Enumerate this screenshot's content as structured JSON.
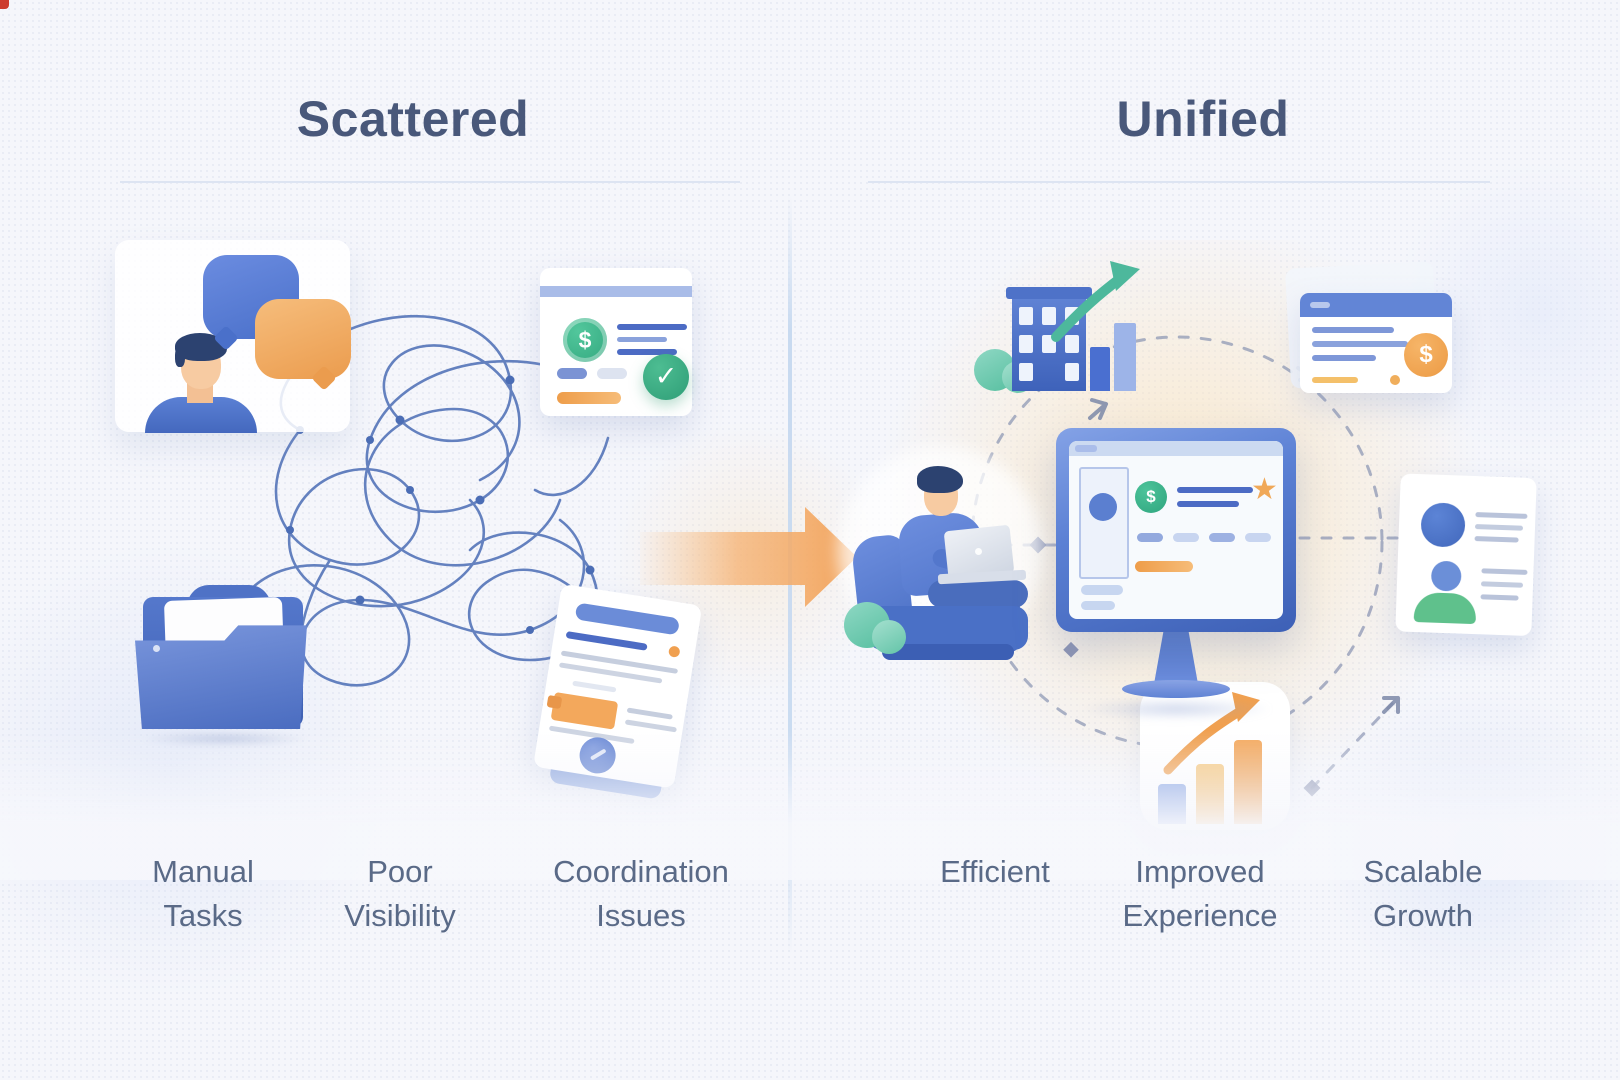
{
  "left_panel": {
    "title": "Scattered",
    "labels": [
      "Manual Tasks",
      "Poor Visibility",
      "Coordination Issues"
    ]
  },
  "right_panel": {
    "title": "Unified",
    "labels": [
      "Efficient",
      "Improved Experience",
      "Scalable Growth"
    ]
  },
  "glyphs": {
    "dollar": "$",
    "check": "✓",
    "star": "★"
  },
  "icons": {
    "left": [
      "person-chat-icon",
      "speech-bubble-blue-icon",
      "speech-bubble-orange-icon",
      "invoice-approved-card-icon",
      "approved-check-icon",
      "folder-icon",
      "contract-document-icon",
      "tangled-lines-icon"
    ],
    "center": [
      "transition-arrow-icon"
    ],
    "right": [
      "company-building-icon",
      "growth-arrow-icon",
      "billing-card-icon",
      "dollar-coin-icon",
      "customer-profile-card-icon",
      "contact-person-icon",
      "growth-chart-icon",
      "person-laptop-icon",
      "laptop-icon",
      "dashboard-monitor-icon",
      "connection-ring-icon"
    ]
  },
  "colors": {
    "background": "#f5f6fb",
    "title_text": "#49587a",
    "label_text": "#5a6a87",
    "primary_blue": "#4a72c8",
    "accent_orange": "#f0a050",
    "success_green": "#3fae85",
    "tangle_blue": "#4b6db5",
    "dashed_connector": "#8b95b3",
    "divider": "#cfdcf0",
    "warm_glow": "#fbe5c1"
  }
}
